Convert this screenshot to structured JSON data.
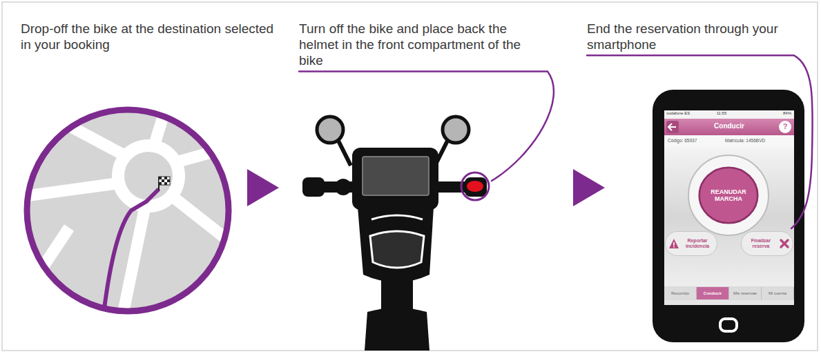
{
  "diagram": {
    "nodes": [
      {
        "text": [
          "REANUDAR MARCHA"
        ]
      },
      {
        "text": [
          "Reportar incidencia"
        ]
      },
      {
        "text": [
          "Finalizar reserva"
        ]
      },
      {
        "text": [
          "Recorrido"
        ]
      },
      {
        "text": [
          "Conducir"
        ]
      },
      {
        "text": [
          "Mis reservas"
        ]
      },
      {
        "text": [
          "Mi cuenta"
        ]
      }
    ],
    "labels": [
      "Drop-off the bike at the destination selected in your booking",
      "Turn off the bike and place back the helmet in the front compartment of the bike",
      "End the reservation through your smartphone",
      "vodafone ES",
      "11:55",
      "84%",
      "Conducir",
      "?",
      "Código: 65937",
      "Matrícula: 1456BVD"
    ]
  }
}
